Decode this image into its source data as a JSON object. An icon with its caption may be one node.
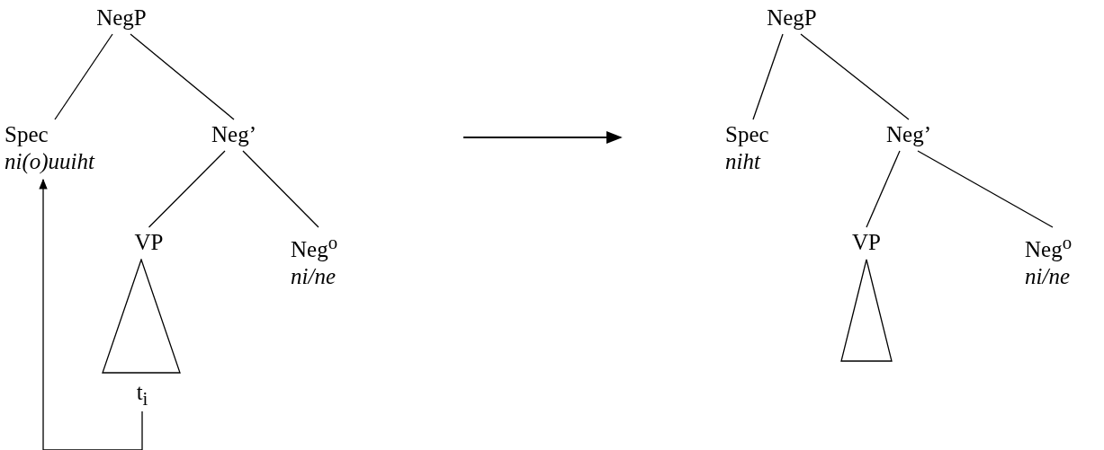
{
  "diagram": {
    "nodes": [
      {
        "text": [
          "NegP"
        ]
      },
      {
        "text": [
          "Spec",
          "ni(o)uuiht"
        ]
      },
      {
        "text": [
          "Neg’"
        ]
      },
      {
        "text": [
          "VP"
        ]
      },
      {
        "text": [
          "Neg$^{o}$",
          "ni/ne"
        ]
      },
      {
        "text": [],
        "shape": "triangle"
      },
      {
        "text": [
          "t$_{i}$"
        ]
      },
      {
        "text": [
          "NegP"
        ]
      },
      {
        "text": [
          "Spec",
          "niht"
        ]
      },
      {
        "text": [
          "Neg’"
        ]
      },
      {
        "text": [
          "VP"
        ]
      },
      {
        "text": [
          "Neg$^{o}$",
          "ni/ne"
        ]
      },
      {
        "text": [],
        "shape": "triangle"
      }
    ],
    "edges": [
      {
        "from": 0,
        "to": 1,
        "arrow": "none"
      },
      {
        "from": 0,
        "to": 2,
        "arrow": "none"
      },
      {
        "from": 2,
        "to": 3,
        "arrow": "none"
      },
      {
        "from": 2,
        "to": 4,
        "arrow": "none"
      },
      {
        "from": 6,
        "to": 1,
        "arrow": "to"
      },
      {
        "from": 7,
        "to": 8,
        "arrow": "none"
      },
      {
        "from": 7,
        "to": 9,
        "arrow": "none"
      },
      {
        "from": 9,
        "to": 10,
        "arrow": "none"
      },
      {
        "from": 9,
        "to": 11,
        "arrow": "none"
      }
    ]
  }
}
